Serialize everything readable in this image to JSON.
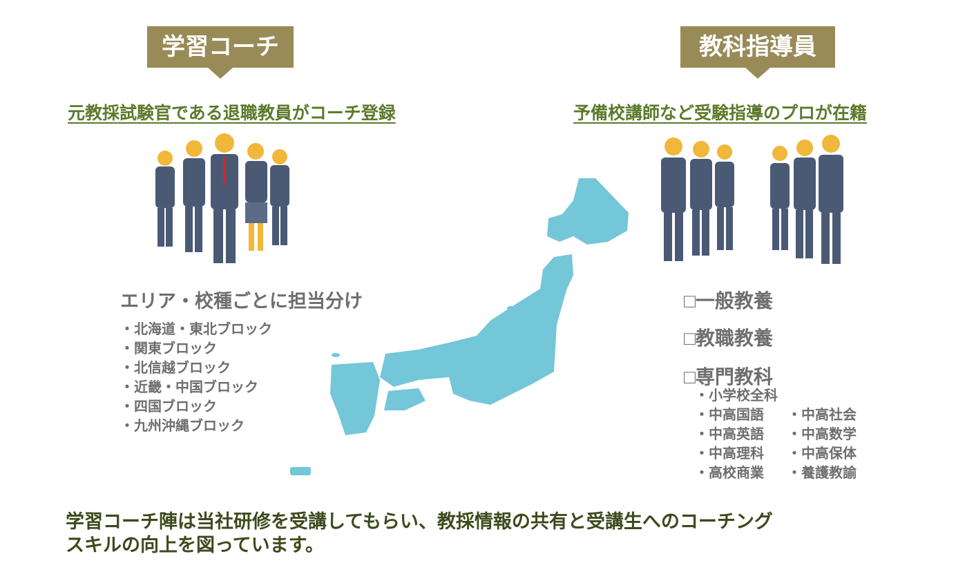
{
  "left": {
    "banner": "学習コーチ",
    "subtitle": "元教採試験官である退職教員がコーチ登録",
    "heading": "エリア・校種ごとに担当分け",
    "blocks": [
      "・北海道・東北ブロック",
      "・関東ブロック",
      "・北信越ブロック",
      "・近畿・中国ブロック",
      "・四国ブロック",
      "・九州沖縄ブロック"
    ]
  },
  "right": {
    "banner": "教科指導員",
    "subtitle": "予備校講師など受験指導のプロが在籍",
    "categories": [
      "□一般教養",
      "□教職教養",
      "□専門教科"
    ],
    "subjects_single": "・小学校全科",
    "subjects_col1": [
      "・中高国語",
      "・中高英語",
      "・中高理科",
      "・高校商業"
    ],
    "subjects_col2": [
      "・中高社会",
      "・中高数学",
      "・中高保体",
      "・養護教諭"
    ]
  },
  "footer": {
    "line1": "学習コーチ陣は当社研修を受講してもらい、教採情報の共有と受講生へのコーチング",
    "line2": "スキルの向上を図っています。"
  },
  "colors": {
    "banner": "#998b57",
    "subtitle": "#5b7a2b",
    "map": "#74c6d9",
    "suit": "#4a5a75"
  }
}
